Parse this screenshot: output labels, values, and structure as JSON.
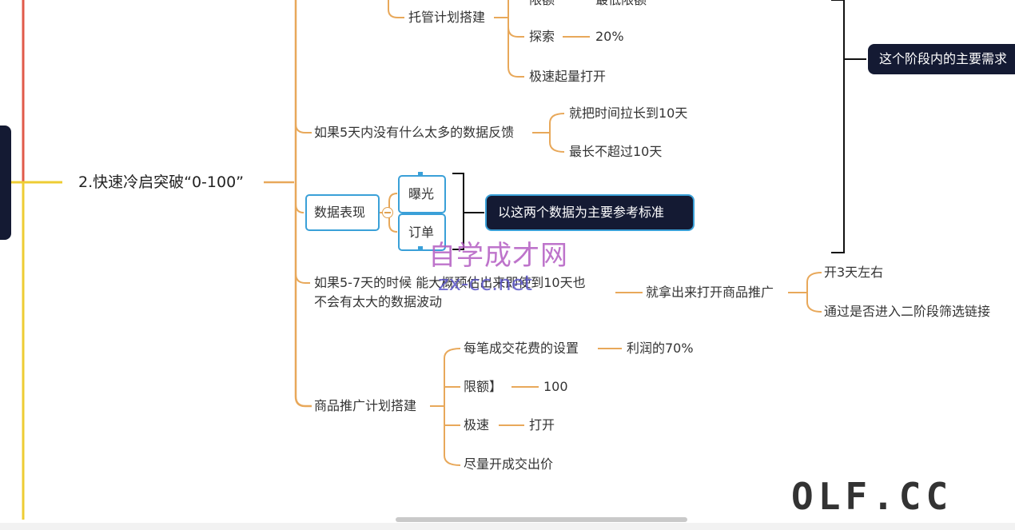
{
  "root": {
    "label": "2.快速冷启突破“0-100”"
  },
  "hosting_plan": {
    "label": "托管计划搭建",
    "quota_label": "限额",
    "quota_value": "最低限额",
    "explore_label": "探索",
    "explore_value": "20%",
    "speed_label": "极速起量打开"
  },
  "no_feedback": {
    "label": "如果5天内没有什么太多的数据反馈",
    "child1": "就把时间拉长到10天",
    "child2": "最长不超过10天"
  },
  "data_perf": {
    "label": "数据表现",
    "exposure": "曝光",
    "orders": "订单",
    "callout": "以这两个数据为主要参考标准"
  },
  "stage_callout": {
    "label": "这个阶段内的主要需求"
  },
  "five_seven": {
    "label_line1": "如果5-7天的时候  能大概预估出来即使到10天也",
    "label_line2": "不会有太大的数据波动",
    "next": "就拿出来打开商品推广",
    "child1": "开3天左右",
    "child2": "通过是否进入二阶段筛选链接"
  },
  "product_promo": {
    "label": "商品推广计划搭建",
    "fee_label": "每笔成交花费的设置",
    "fee_value": "利润的70%",
    "quota_label": "限额】",
    "quota_value": "100",
    "speed_label": "极速",
    "speed_value": "打开",
    "bid_label": "尽量开成交出价"
  },
  "watermarks": {
    "cn": "自学成才网",
    "domain": "zx-cc.net",
    "corner": "OLF.CC"
  },
  "colors": {
    "branch": "#e8a85a",
    "main_red": "#e05a4a",
    "main_yellow": "#eecc33",
    "accent_blue": "#3aa0d8",
    "callout_bg": "#141a33"
  }
}
